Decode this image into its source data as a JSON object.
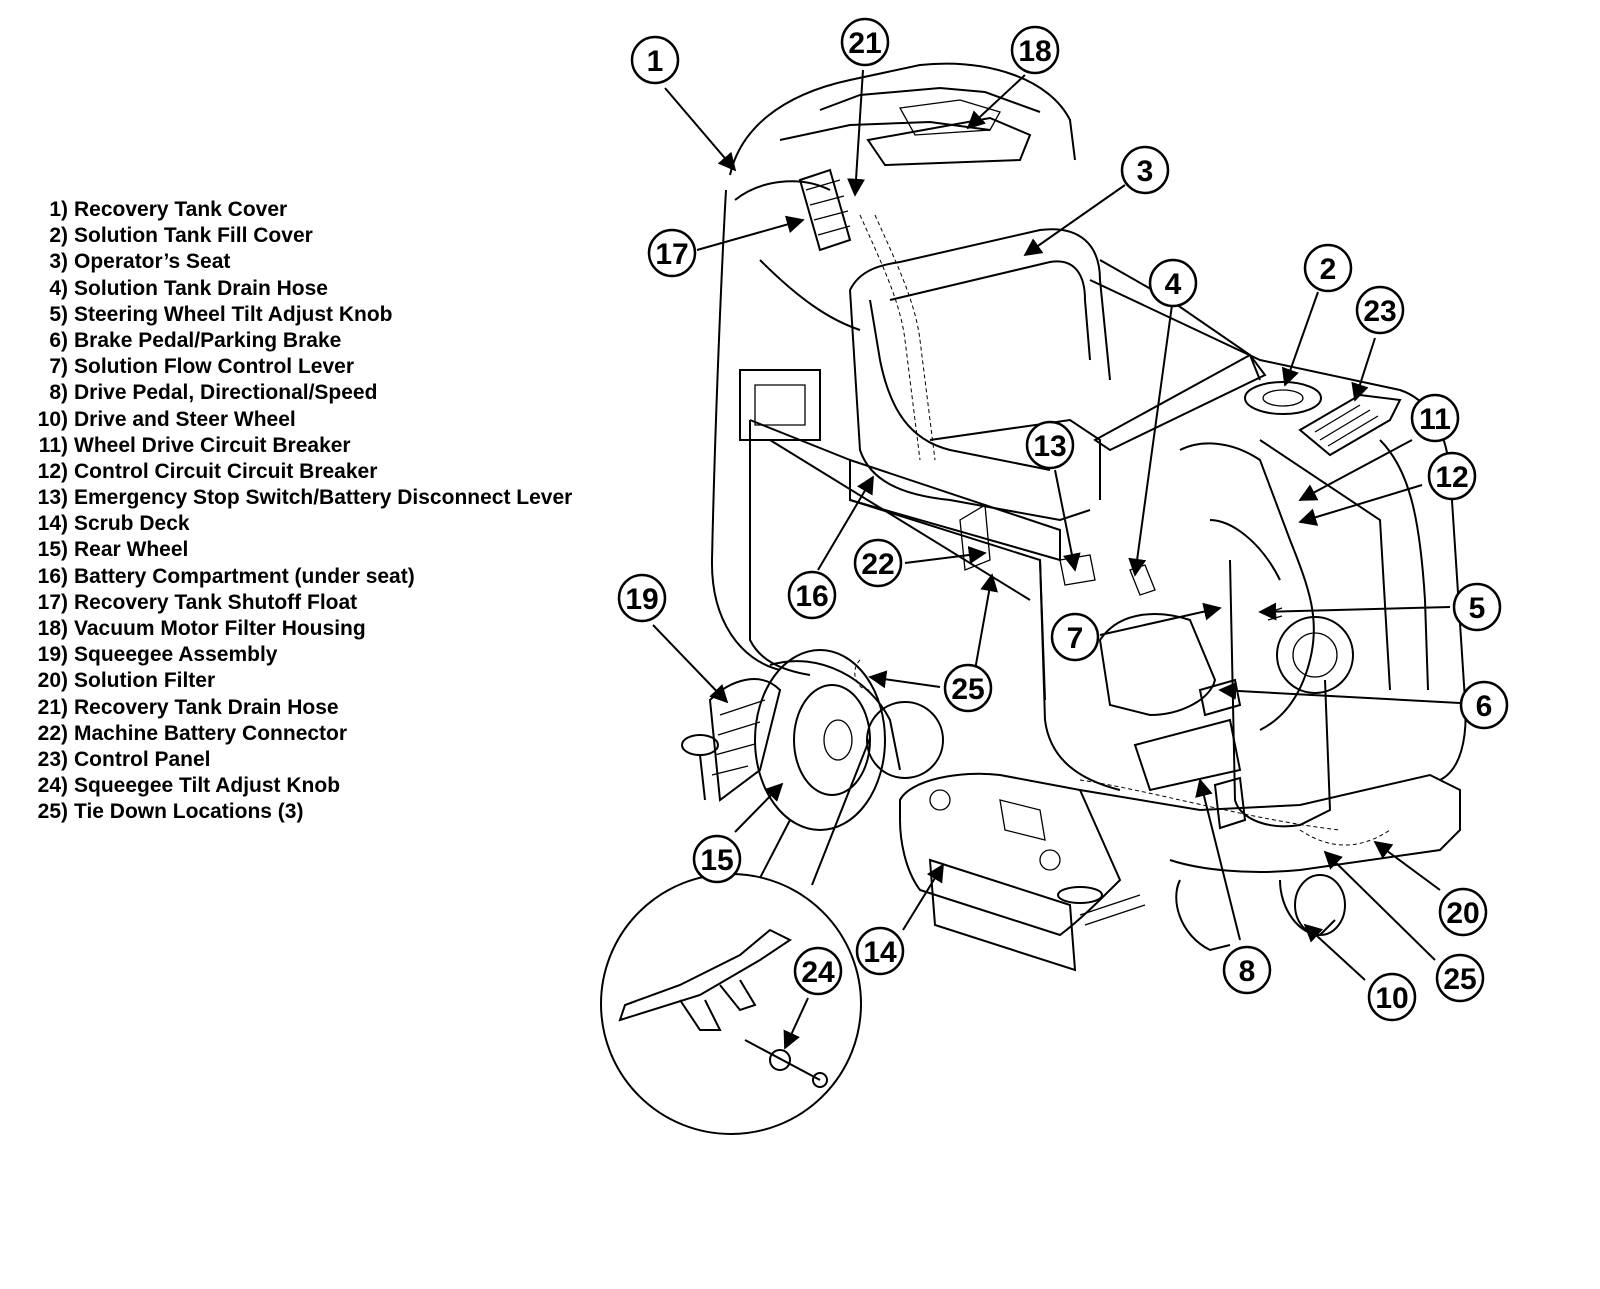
{
  "legend": [
    {
      "num": "1)",
      "label": "Recovery Tank Cover"
    },
    {
      "num": "2)",
      "label": "Solution Tank Fill Cover"
    },
    {
      "num": "3)",
      "label": "Operator’s Seat"
    },
    {
      "num": "4)",
      "label": "Solution Tank Drain Hose"
    },
    {
      "num": "5)",
      "label": "Steering Wheel Tilt Adjust Knob"
    },
    {
      "num": "6)",
      "label": "Brake Pedal/Parking Brake"
    },
    {
      "num": "7)",
      "label": "Solution Flow Control Lever"
    },
    {
      "num": "8)",
      "label": "Drive Pedal, Directional/Speed"
    },
    {
      "num": "10)",
      "label": "Drive and Steer Wheel"
    },
    {
      "num": "11)",
      "label": "Wheel Drive Circuit Breaker"
    },
    {
      "num": "12)",
      "label": "Control Circuit Circuit Breaker"
    },
    {
      "num": "13)",
      "label": "Emergency Stop Switch/Battery Disconnect Lever"
    },
    {
      "num": "14)",
      "label": "Scrub Deck"
    },
    {
      "num": "15)",
      "label": "Rear Wheel"
    },
    {
      "num": "16)",
      "label": "Battery Compartment (under seat)"
    },
    {
      "num": "17)",
      "label": "Recovery Tank Shutoff Float"
    },
    {
      "num": "18)",
      "label": "Vacuum Motor Filter Housing"
    },
    {
      "num": "19)",
      "label": "Squeegee Assembly"
    },
    {
      "num": "20)",
      "label": "Solution Filter"
    },
    {
      "num": "21)",
      "label": "Recovery Tank Drain Hose"
    },
    {
      "num": "22)",
      "label": "Machine Battery Connector"
    },
    {
      "num": "23)",
      "label": "Control Panel"
    },
    {
      "num": "24)",
      "label": "Squeegee Tilt Adjust Knob"
    },
    {
      "num": "25)",
      "label": "Tie Down Locations (3)"
    }
  ],
  "callouts": [
    "1",
    "21",
    "18",
    "3",
    "17",
    "4",
    "2",
    "23",
    "11",
    "12",
    "13",
    "22",
    "16",
    "19",
    "7",
    "5",
    "25",
    "6",
    "15",
    "14",
    "8",
    "20",
    "10",
    "25",
    "24"
  ]
}
